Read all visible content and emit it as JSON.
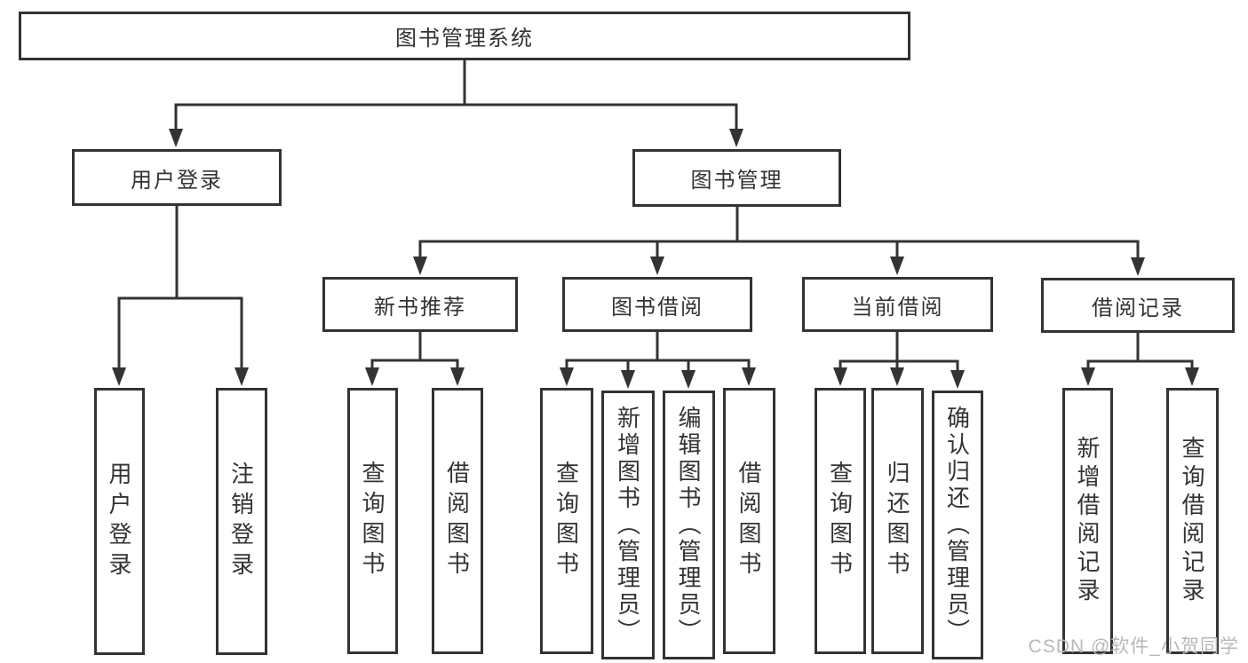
{
  "diagram_type": "hierarchy-tree",
  "tree": {
    "label": "图书管理系统",
    "children": [
      {
        "label": "用户登录",
        "children": [
          {
            "label": "用户登录"
          },
          {
            "label": "注销登录"
          }
        ]
      },
      {
        "label": "图书管理",
        "children": [
          {
            "label": "新书推荐",
            "children": [
              {
                "label": "查询图书"
              },
              {
                "label": "借阅图书"
              }
            ]
          },
          {
            "label": "图书借阅",
            "children": [
              {
                "label": "查询图书"
              },
              {
                "label": "新增图书（管理员）"
              },
              {
                "label": "编辑图书（管理员）"
              },
              {
                "label": "借阅图书"
              }
            ]
          },
          {
            "label": "当前借阅",
            "children": [
              {
                "label": "查询图书"
              },
              {
                "label": "归还图书"
              },
              {
                "label": "确认归还（管理员）"
              }
            ]
          },
          {
            "label": "借阅记录",
            "children": [
              {
                "label": "新增借阅记录"
              },
              {
                "label": "查询借阅记录"
              }
            ]
          }
        ]
      }
    ]
  },
  "watermark": {
    "text": "CSDN @软件_小贺同学"
  },
  "colors": {
    "line": "#333333",
    "box_bg": "#ffffff",
    "text": "#333333",
    "canvas_bg": "#ffffff",
    "watermark": "#b8b8b8"
  }
}
